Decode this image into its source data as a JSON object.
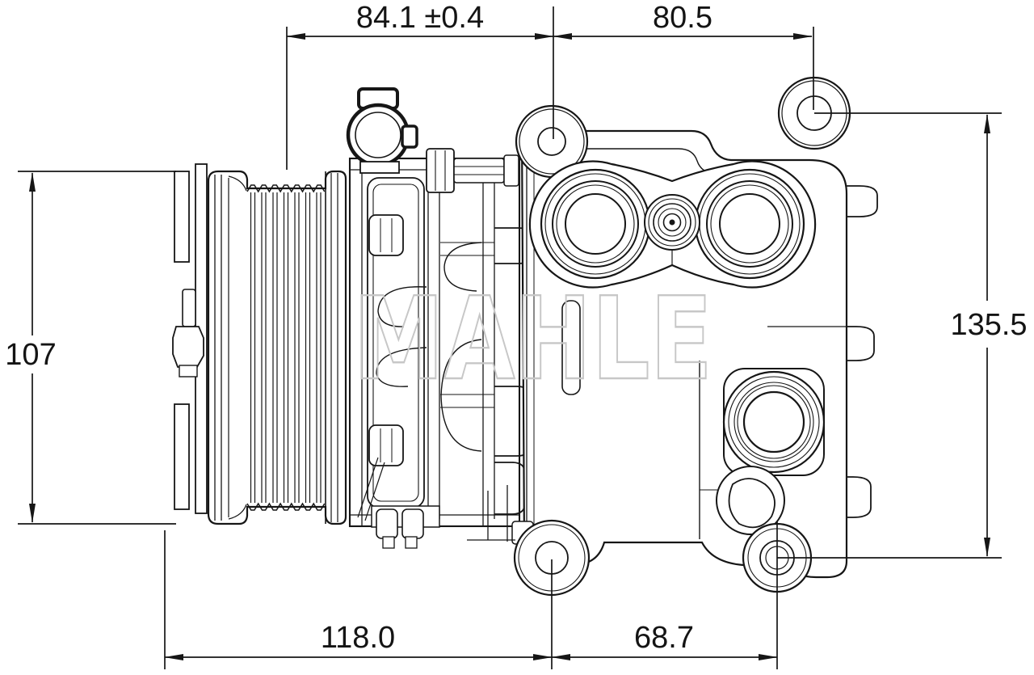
{
  "watermark": {
    "text": "MAHLE",
    "color": "#c7c7c7"
  },
  "dimensions": {
    "top_left": {
      "label": "84.1 ±0.4"
    },
    "top_right": {
      "label": "80.5"
    },
    "left": {
      "label": "107"
    },
    "right": {
      "label": "135.5"
    },
    "bottom_left": {
      "label": "118.0"
    },
    "bottom_right": {
      "label": "68.7"
    }
  },
  "drawing": {
    "subject": "AC compressor side and rear view line drawing",
    "line_color": "#161616",
    "background": "#ffffff"
  }
}
